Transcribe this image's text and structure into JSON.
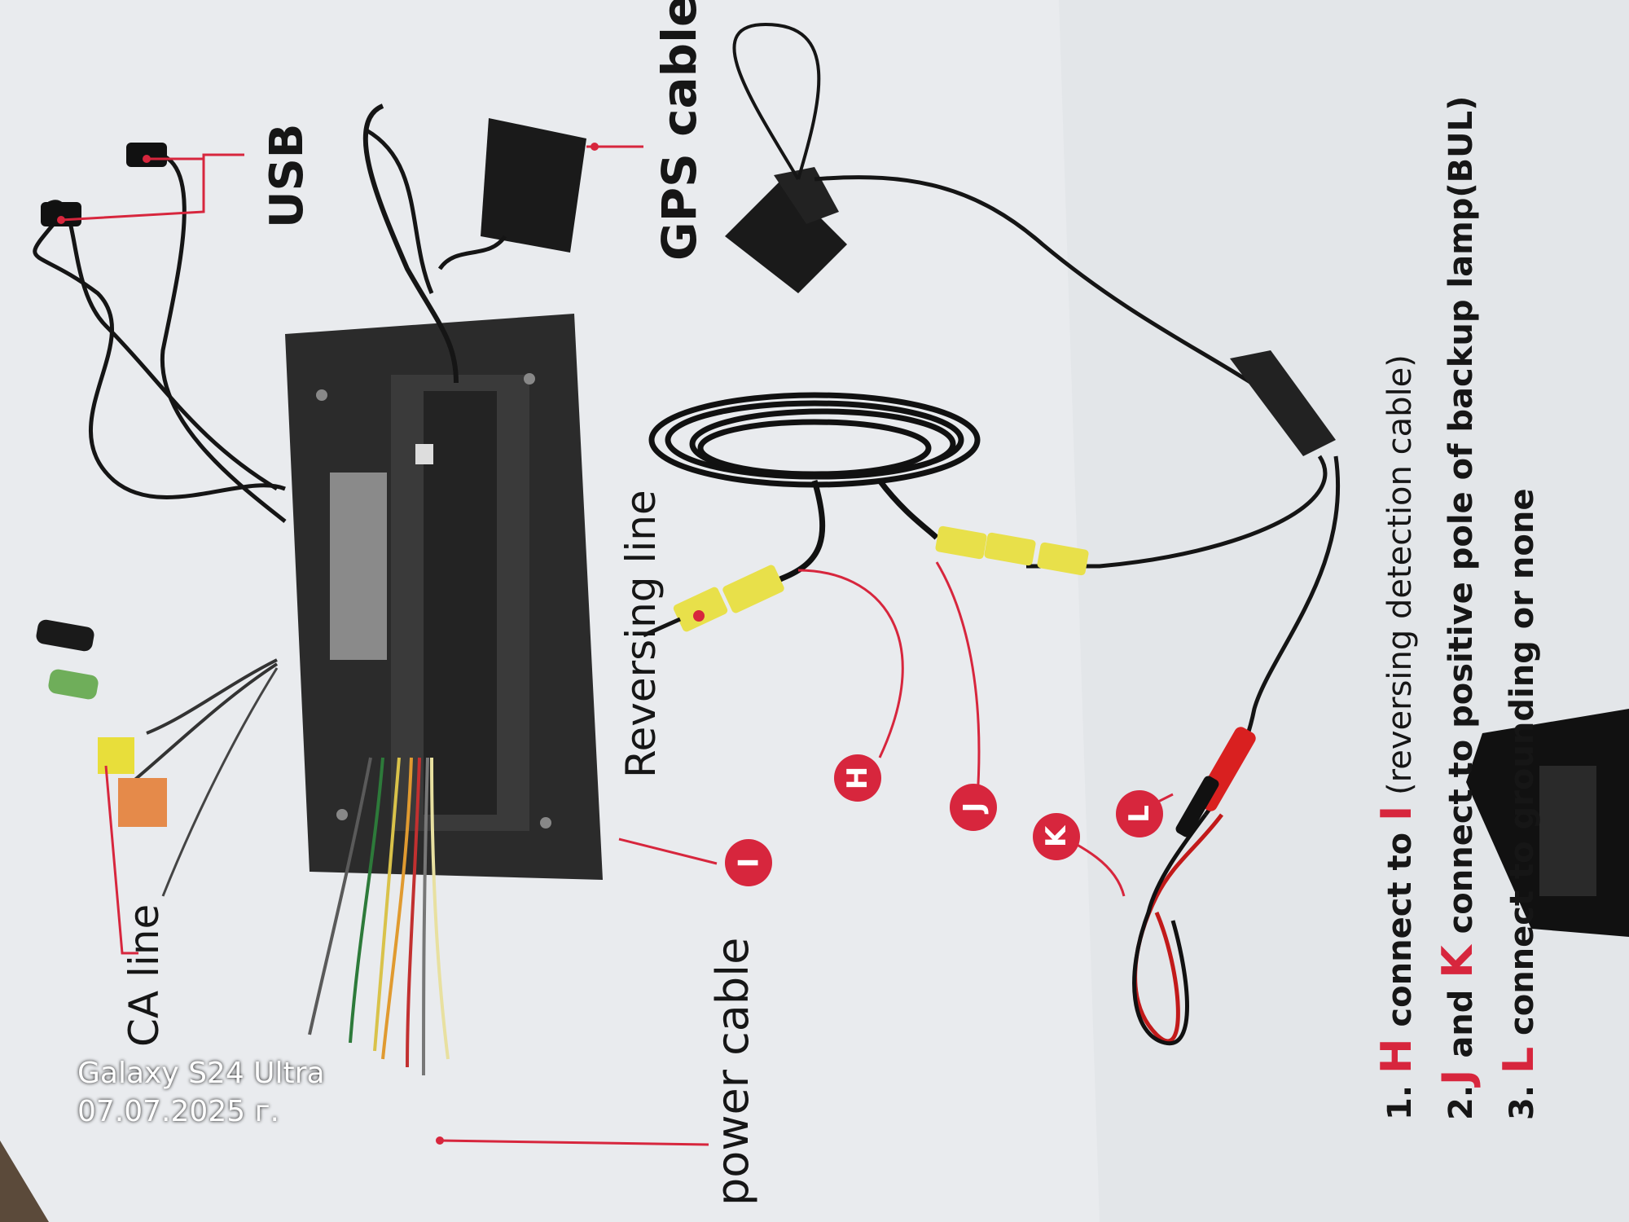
{
  "labels": {
    "usb": "USB",
    "gps": "GPS cable",
    "reversing": "Reversing line",
    "rca": "CA line",
    "power": "power cable"
  },
  "badges": {
    "h": "H",
    "i": "I",
    "j": "J",
    "k": "K",
    "l": "L"
  },
  "notes": {
    "n1_prefix": "1.",
    "n1_a": "H",
    "n1_mid": " connect to ",
    "n1_b": "I",
    "n1_tail": " (reversing detection cable)",
    "n2_prefix": "2.",
    "n2_a": "J",
    "n2_mid": " and ",
    "n2_b": "K",
    "n2_tail": " connect to positive pole of backup lamp(BUL)",
    "n3_prefix": "3. ",
    "n3_a": "L",
    "n3_tail": " connect to grounding or none"
  },
  "watermark": {
    "device": "Galaxy S24 Ultra",
    "date": "07.07.2025 г."
  },
  "colors": {
    "accent_red": "#d7263d",
    "rca_yellow": "#e8e04a",
    "paper": "#eceef0"
  }
}
